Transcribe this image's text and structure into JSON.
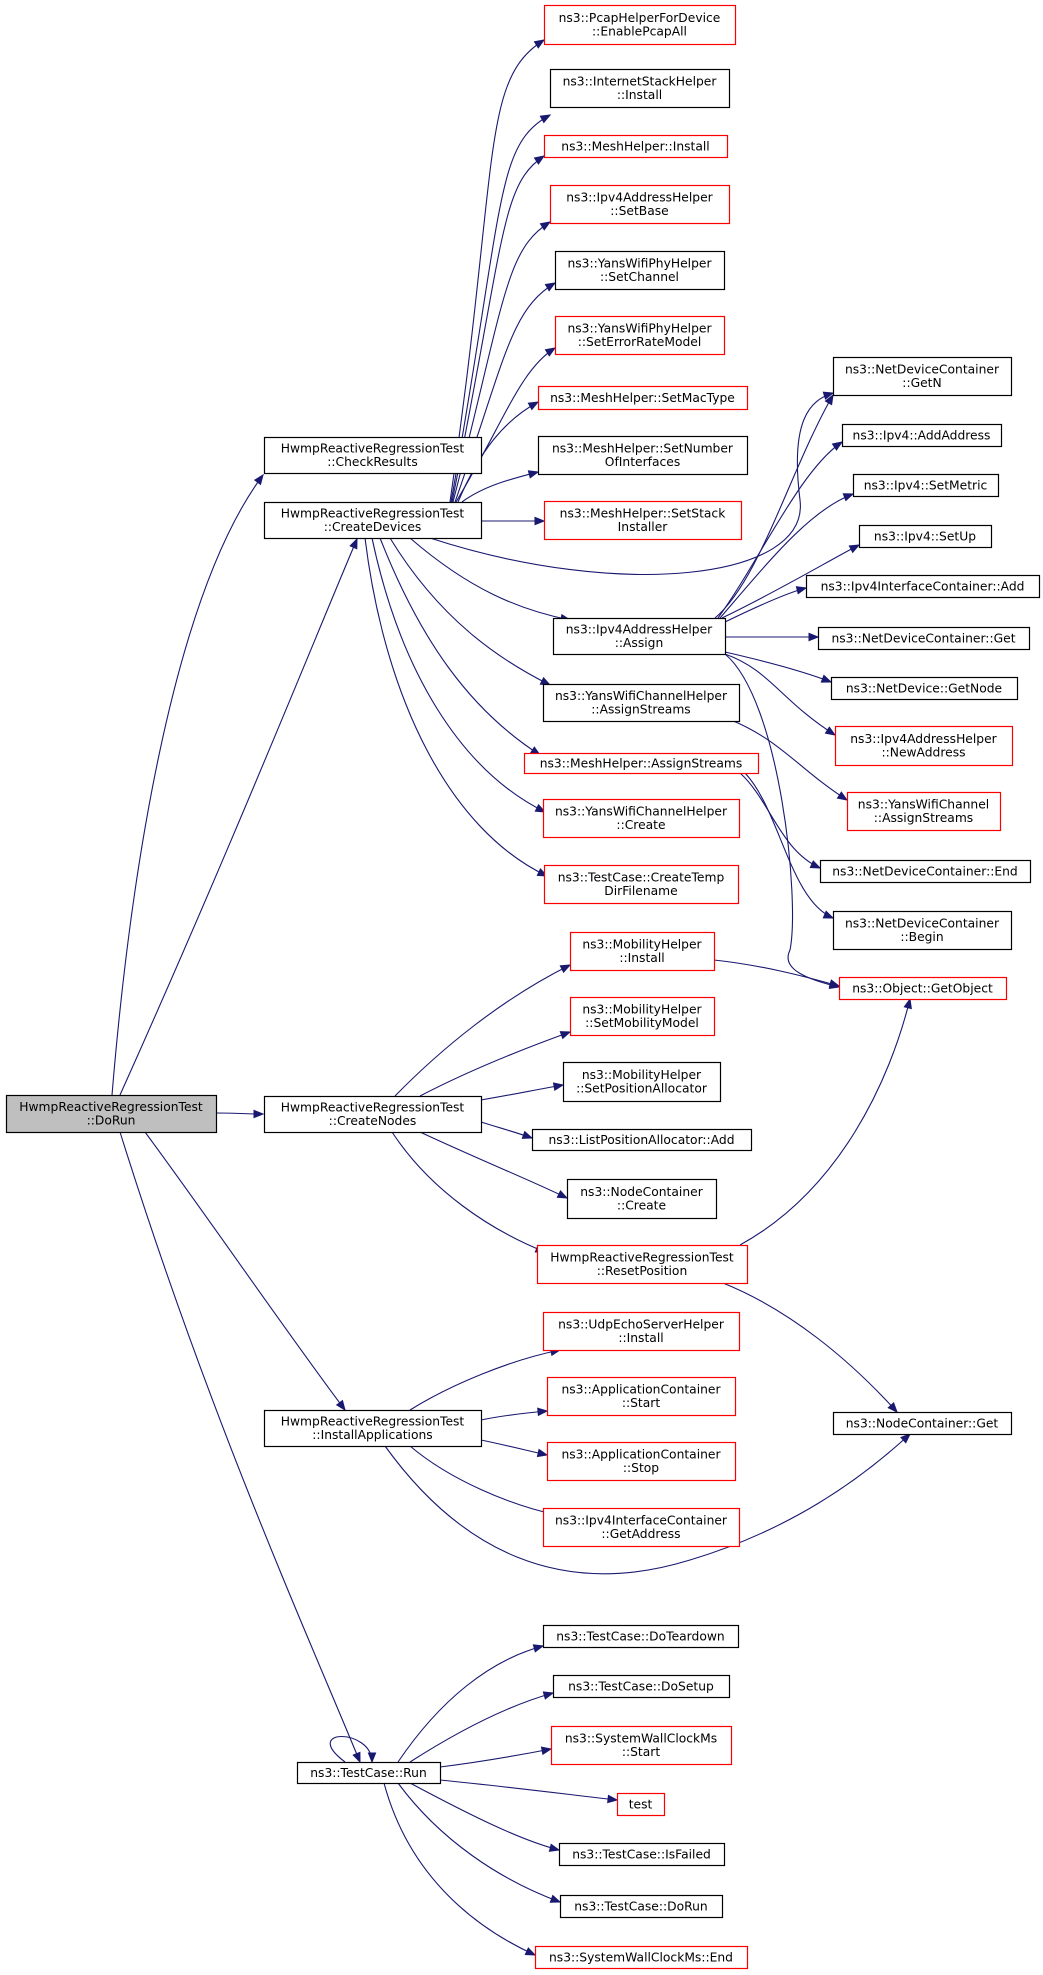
{
  "colors": {
    "edge": "#191970",
    "node_border_normal": "#000000",
    "node_border_highlight": "#ff0000",
    "node_fill_root": "#bfbfbf",
    "node_fill": "#ffffff"
  },
  "nodes": [
    {
      "id": "doRun",
      "kind": "root",
      "lines": [
        "HwmpReactiveRegressionTest",
        "::DoRun"
      ]
    },
    {
      "id": "checkResults",
      "kind": "normal",
      "lines": [
        "HwmpReactiveRegressionTest",
        "::CheckResults"
      ]
    },
    {
      "id": "createDevices",
      "kind": "normal",
      "lines": [
        "HwmpReactiveRegressionTest",
        "::CreateDevices"
      ]
    },
    {
      "id": "createNodes",
      "kind": "normal",
      "lines": [
        "HwmpReactiveRegressionTest",
        "::CreateNodes"
      ]
    },
    {
      "id": "installApps",
      "kind": "normal",
      "lines": [
        "HwmpReactiveRegressionTest",
        "::InstallApplications"
      ]
    },
    {
      "id": "run",
      "kind": "normal",
      "lines": [
        "ns3::TestCase::Run"
      ]
    },
    {
      "id": "pcap",
      "kind": "highlight",
      "lines": [
        "ns3::PcapHelperForDevice",
        "::EnablePcapAll"
      ]
    },
    {
      "id": "inetInstall",
      "kind": "normal",
      "lines": [
        "ns3::InternetStackHelper",
        "::Install"
      ]
    },
    {
      "id": "meshInstall",
      "kind": "highlight",
      "lines": [
        "ns3::MeshHelper::Install"
      ]
    },
    {
      "id": "ipv4SetBase",
      "kind": "highlight",
      "lines": [
        "ns3::Ipv4AddressHelper",
        "::SetBase"
      ]
    },
    {
      "id": "yansSetChannel",
      "kind": "normal",
      "lines": [
        "ns3::YansWifiPhyHelper",
        "::SetChannel"
      ]
    },
    {
      "id": "yansSetErr",
      "kind": "highlight",
      "lines": [
        "ns3::YansWifiPhyHelper",
        "::SetErrorRateModel"
      ]
    },
    {
      "id": "meshSetMac",
      "kind": "highlight",
      "lines": [
        "ns3::MeshHelper::SetMacType"
      ]
    },
    {
      "id": "meshSetNum",
      "kind": "normal",
      "lines": [
        "ns3::MeshHelper::SetNumber",
        "OfInterfaces"
      ]
    },
    {
      "id": "meshSetStack",
      "kind": "highlight",
      "lines": [
        "ns3::MeshHelper::SetStack",
        "Installer"
      ]
    },
    {
      "id": "ipv4Assign",
      "kind": "normal",
      "lines": [
        "ns3::Ipv4AddressHelper",
        "::Assign"
      ]
    },
    {
      "id": "yansChanAssign",
      "kind": "normal",
      "lines": [
        "ns3::YansWifiChannelHelper",
        "::AssignStreams"
      ]
    },
    {
      "id": "meshAssign",
      "kind": "highlight",
      "lines": [
        "ns3::MeshHelper::AssignStreams"
      ]
    },
    {
      "id": "yansChanCreate",
      "kind": "highlight",
      "lines": [
        "ns3::YansWifiChannelHelper",
        "::Create"
      ]
    },
    {
      "id": "createTemp",
      "kind": "highlight",
      "lines": [
        "ns3::TestCase::CreateTemp",
        "DirFilename"
      ]
    },
    {
      "id": "ndcGetN",
      "kind": "normal",
      "lines": [
        "ns3::NetDeviceContainer",
        "::GetN"
      ]
    },
    {
      "id": "ipv4AddAddr",
      "kind": "normal",
      "lines": [
        "ns3::Ipv4::AddAddress"
      ]
    },
    {
      "id": "ipv4SetMetric",
      "kind": "normal",
      "lines": [
        "ns3::Ipv4::SetMetric"
      ]
    },
    {
      "id": "ipv4SetUp",
      "kind": "normal",
      "lines": [
        "ns3::Ipv4::SetUp"
      ]
    },
    {
      "id": "ipv4icAdd",
      "kind": "normal",
      "lines": [
        "ns3::Ipv4InterfaceContainer::Add"
      ]
    },
    {
      "id": "ndcGet",
      "kind": "normal",
      "lines": [
        "ns3::NetDeviceContainer::Get"
      ]
    },
    {
      "id": "ndGetNode",
      "kind": "normal",
      "lines": [
        "ns3::NetDevice::GetNode"
      ]
    },
    {
      "id": "ipv4NewAddr",
      "kind": "highlight",
      "lines": [
        "ns3::Ipv4AddressHelper",
        "::NewAddress"
      ]
    },
    {
      "id": "yansChannelAssign",
      "kind": "highlight",
      "lines": [
        "ns3::YansWifiChannel",
        "::AssignStreams"
      ]
    },
    {
      "id": "ndcEnd",
      "kind": "normal",
      "lines": [
        "ns3::NetDeviceContainer::End"
      ]
    },
    {
      "id": "ndcBegin",
      "kind": "normal",
      "lines": [
        "ns3::NetDeviceContainer",
        "::Begin"
      ]
    },
    {
      "id": "objGetObject",
      "kind": "highlight",
      "lines": [
        "ns3::Object::GetObject"
      ]
    },
    {
      "id": "mobInstall",
      "kind": "highlight",
      "lines": [
        "ns3::MobilityHelper",
        "::Install"
      ]
    },
    {
      "id": "mobSetModel",
      "kind": "highlight",
      "lines": [
        "ns3::MobilityHelper",
        "::SetMobilityModel"
      ]
    },
    {
      "id": "mobSetPos",
      "kind": "normal",
      "lines": [
        "ns3::MobilityHelper",
        "::SetPositionAllocator"
      ]
    },
    {
      "id": "lpaAdd",
      "kind": "normal",
      "lines": [
        "ns3::ListPositionAllocator::Add"
      ]
    },
    {
      "id": "ncCreate",
      "kind": "normal",
      "lines": [
        "ns3::NodeContainer",
        "::Create"
      ]
    },
    {
      "id": "resetPos",
      "kind": "highlight",
      "lines": [
        "HwmpReactiveRegressionTest",
        "::ResetPosition"
      ]
    },
    {
      "id": "ncGet",
      "kind": "normal",
      "lines": [
        "ns3::NodeContainer::Get"
      ]
    },
    {
      "id": "udpInstall",
      "kind": "highlight",
      "lines": [
        "ns3::UdpEchoServerHelper",
        "::Install"
      ]
    },
    {
      "id": "appStart",
      "kind": "highlight",
      "lines": [
        "ns3::ApplicationContainer",
        "::Start"
      ]
    },
    {
      "id": "appStop",
      "kind": "highlight",
      "lines": [
        "ns3::ApplicationContainer",
        "::Stop"
      ]
    },
    {
      "id": "ipv4icGetAddr",
      "kind": "highlight",
      "lines": [
        "ns3::Ipv4InterfaceContainer",
        "::GetAddress"
      ]
    },
    {
      "id": "doTeardown",
      "kind": "normal",
      "lines": [
        "ns3::TestCase::DoTeardown"
      ]
    },
    {
      "id": "doSetup",
      "kind": "normal",
      "lines": [
        "ns3::TestCase::DoSetup"
      ]
    },
    {
      "id": "swcStart",
      "kind": "highlight",
      "lines": [
        "ns3::SystemWallClockMs",
        "::Start"
      ]
    },
    {
      "id": "test",
      "kind": "highlight",
      "lines": [
        "test"
      ]
    },
    {
      "id": "isFailed",
      "kind": "normal",
      "lines": [
        "ns3::TestCase::IsFailed"
      ]
    },
    {
      "id": "tcDoRun",
      "kind": "normal",
      "lines": [
        "ns3::TestCase::DoRun"
      ]
    },
    {
      "id": "swcEnd",
      "kind": "highlight",
      "lines": [
        "ns3::SystemWallClockMs::End"
      ]
    }
  ],
  "edges": [
    [
      "doRun",
      "checkResults"
    ],
    [
      "doRun",
      "createDevices"
    ],
    [
      "doRun",
      "createNodes"
    ],
    [
      "doRun",
      "installApps"
    ],
    [
      "doRun",
      "run"
    ],
    [
      "createDevices",
      "pcap"
    ],
    [
      "createDevices",
      "inetInstall"
    ],
    [
      "createDevices",
      "meshInstall"
    ],
    [
      "createDevices",
      "ipv4SetBase"
    ],
    [
      "createDevices",
      "yansSetChannel"
    ],
    [
      "createDevices",
      "yansSetErr"
    ],
    [
      "createDevices",
      "meshSetMac"
    ],
    [
      "createDevices",
      "meshSetNum"
    ],
    [
      "createDevices",
      "meshSetStack"
    ],
    [
      "createDevices",
      "ipv4Assign"
    ],
    [
      "createDevices",
      "yansChanAssign"
    ],
    [
      "createDevices",
      "meshAssign"
    ],
    [
      "createDevices",
      "yansChanCreate"
    ],
    [
      "createDevices",
      "createTemp"
    ],
    [
      "createDevices",
      "ndcGetN"
    ],
    [
      "ipv4Assign",
      "ndcGetN"
    ],
    [
      "ipv4Assign",
      "ipv4AddAddr"
    ],
    [
      "ipv4Assign",
      "ipv4SetMetric"
    ],
    [
      "ipv4Assign",
      "ipv4SetUp"
    ],
    [
      "ipv4Assign",
      "ipv4icAdd"
    ],
    [
      "ipv4Assign",
      "ndcGet"
    ],
    [
      "ipv4Assign",
      "ndGetNode"
    ],
    [
      "ipv4Assign",
      "ipv4NewAddr"
    ],
    [
      "ipv4Assign",
      "objGetObject"
    ],
    [
      "yansChanAssign",
      "yansChannelAssign"
    ],
    [
      "meshAssign",
      "ndcEnd"
    ],
    [
      "meshAssign",
      "ndcBegin"
    ],
    [
      "createNodes",
      "mobInstall"
    ],
    [
      "createNodes",
      "mobSetModel"
    ],
    [
      "createNodes",
      "mobSetPos"
    ],
    [
      "createNodes",
      "lpaAdd"
    ],
    [
      "createNodes",
      "ncCreate"
    ],
    [
      "createNodes",
      "resetPos"
    ],
    [
      "mobInstall",
      "objGetObject"
    ],
    [
      "resetPos",
      "objGetObject"
    ],
    [
      "resetPos",
      "ncGet"
    ],
    [
      "installApps",
      "udpInstall"
    ],
    [
      "installApps",
      "appStart"
    ],
    [
      "installApps",
      "appStop"
    ],
    [
      "installApps",
      "ipv4icGetAddr"
    ],
    [
      "installApps",
      "ncGet"
    ],
    [
      "run",
      "run"
    ],
    [
      "run",
      "doTeardown"
    ],
    [
      "run",
      "doSetup"
    ],
    [
      "run",
      "swcStart"
    ],
    [
      "run",
      "test"
    ],
    [
      "run",
      "isFailed"
    ],
    [
      "run",
      "tcDoRun"
    ],
    [
      "run",
      "swcEnd"
    ]
  ]
}
